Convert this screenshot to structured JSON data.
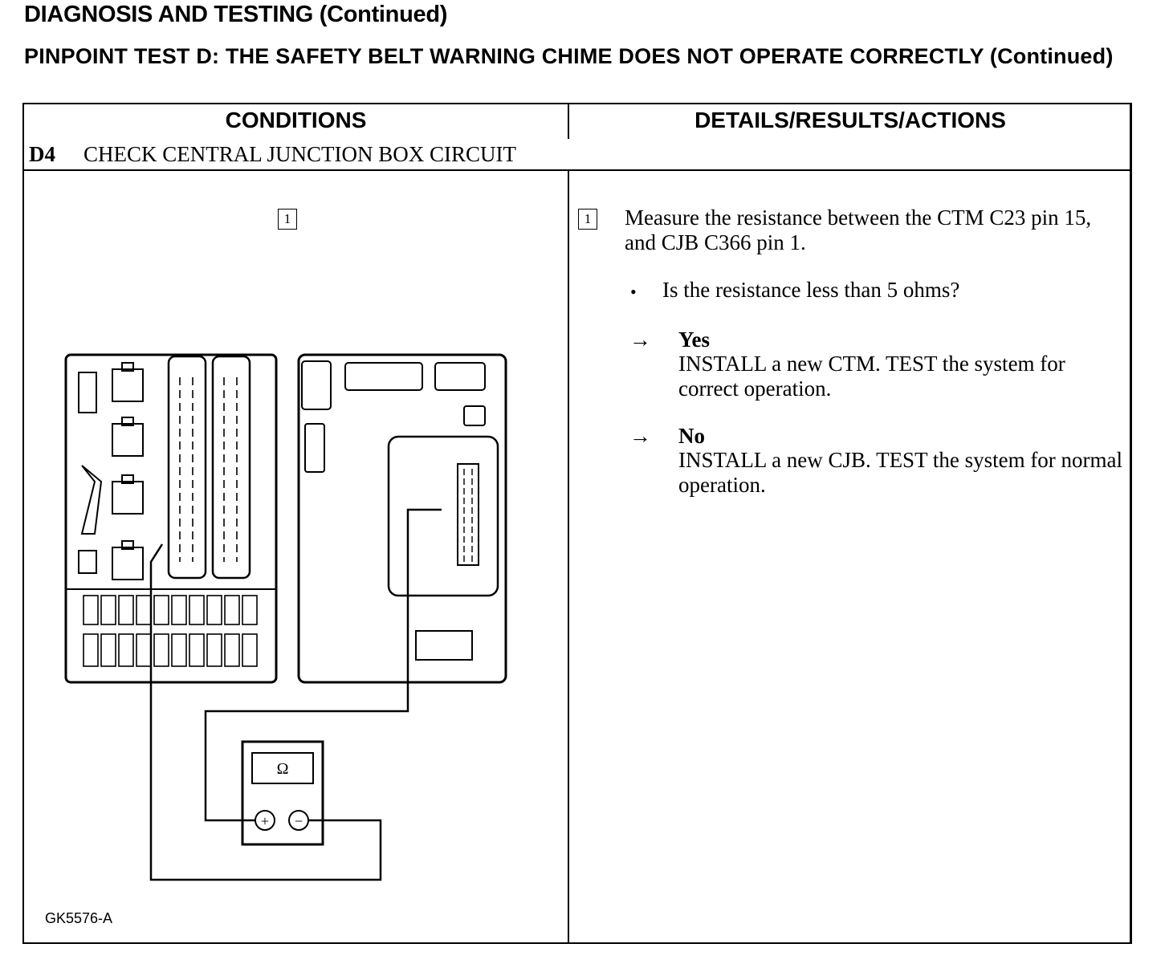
{
  "page": {
    "heading": "DIAGNOSIS AND TESTING (Continued)",
    "subheading": "PINPOINT TEST D: THE SAFETY BELT WARNING CHIME DOES NOT OPERATE CORRECTLY (Continued)"
  },
  "table": {
    "col_conditions": "CONDITIONS",
    "col_details": "DETAILS/RESULTS/ACTIONS",
    "step_id": "D4",
    "step_title": "CHECK CENTRAL JUNCTION BOX CIRCUIT"
  },
  "figure": {
    "callout": "1",
    "meter_symbol": "Ω",
    "plus": "+",
    "minus": "−",
    "figure_id": "GK5576-A"
  },
  "details": {
    "callout": "1",
    "instruction": "Measure the resistance between the CTM C23 pin 15, and CJB C366 pin 1.",
    "bullet": "•",
    "question": "Is the resistance less than 5 ohms?",
    "arrow": "→",
    "yes_label": "Yes",
    "yes_action": "INSTALL a new CTM. TEST the system for correct operation.",
    "no_label": "No",
    "no_action": "INSTALL a new CJB. TEST the system for normal operation."
  }
}
